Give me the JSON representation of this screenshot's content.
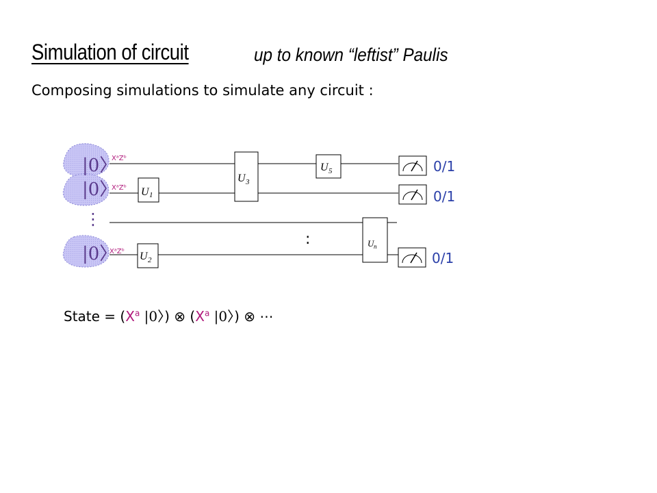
{
  "slide": {
    "title_main": "Simulation of circuit",
    "title_sub": "up to known “leftist” Paulis",
    "subtitle": "Composing simulations to simulate any circuit :"
  },
  "circuit": {
    "inputs": [
      {
        "ket": "|0〉",
        "pauli": "XᵃZᵇ"
      },
      {
        "ket": "|0〉",
        "pauli": "XᵃZᵇ"
      },
      {
        "ket": "|0〉",
        "pauli": "XᵃZᵇ"
      }
    ],
    "gates": [
      {
        "label": "U",
        "sub": "1"
      },
      {
        "label": "U",
        "sub": "2"
      },
      {
        "label": "U",
        "sub": "3"
      },
      {
        "label": "U",
        "sub": "5"
      },
      {
        "label": "U",
        "sub": "n"
      }
    ],
    "outputs": [
      "0/1",
      "0/1",
      "0/1"
    ],
    "vdots": "⋮",
    "mid_dots": ":"
  },
  "state": {
    "prefix": "State = ",
    "open": "(",
    "x": "X",
    "a": "a",
    "ket": " |0〉",
    "close": ")",
    "tensor": " ⊗ ",
    "ellipsis": "⋯"
  },
  "colors": {
    "blob_fill": "#c9c6f5",
    "ket_color": "#5a3a8c",
    "pauli_color": "#b0187a",
    "output_color": "#2a3fa8"
  },
  "icons": [
    "meter-icon"
  ]
}
